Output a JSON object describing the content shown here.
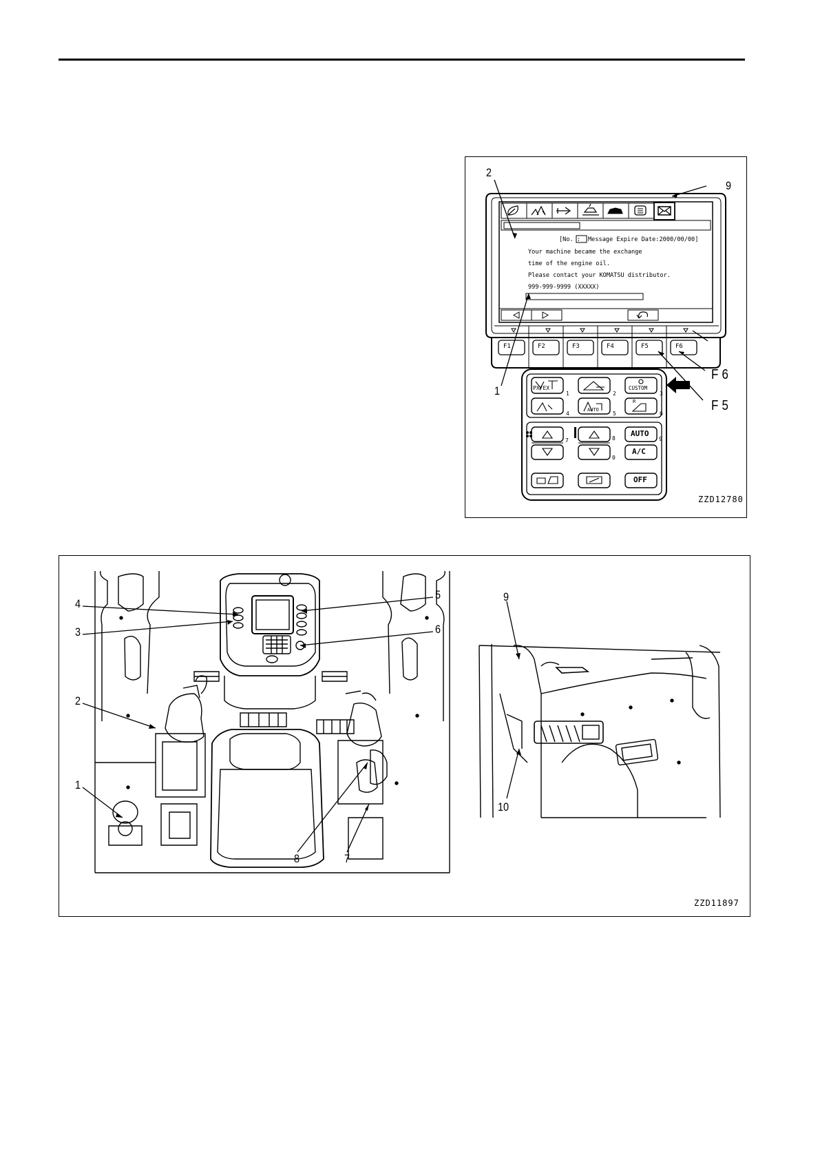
{
  "figure_top": {
    "code": "ZZD12780",
    "callouts": {
      "c1": "1",
      "c2": "2",
      "c9": "9",
      "f6": "F6",
      "f5": "F5"
    },
    "screen": {
      "header": "[No. :",
      "header_rest": "Message Expire Date:2000/00/00]",
      "message_lines": [
        "Your machine became the exchange",
        "time of the engine oil.",
        "Please contact your KOMATSU distributor.",
        "999-999-9999 (XXXXX)"
      ]
    },
    "function_keys": [
      "F1",
      "F2",
      "F3",
      "F4",
      "F5",
      "F6"
    ],
    "switch_panel": {
      "row1": [
        {
          "label": "PX/EX",
          "num": "1"
        },
        {
          "label": "",
          "num": "2"
        },
        {
          "label": "CUSTOM",
          "num": "3"
        }
      ],
      "row2": [
        {
          "label": "",
          "num": "4"
        },
        {
          "label": "AUTO",
          "num": "5"
        },
        {
          "label": "R",
          "num": "6"
        }
      ],
      "ac_num_7": "7",
      "ac_num_8": "8",
      "ac_num_9": "9",
      "ac_num_0": "0",
      "auto": "AUTO",
      "ac": "A/C",
      "off": "OFF"
    }
  },
  "figure_bottom": {
    "code": "ZZD11897",
    "callouts": {
      "c1": "1",
      "c2": "2",
      "c3": "3",
      "c4": "4",
      "c5": "5",
      "c6": "6",
      "c7": "7",
      "c8": "8",
      "c9": "9",
      "c10": "10"
    }
  },
  "icons": [
    "leaf-icon",
    "lift-icon",
    "arrow-icon",
    "working-mode-icon",
    "machine-icon",
    "menu-icon",
    "mail-icon",
    "return-icon",
    "arrow-pointer-icon"
  ]
}
